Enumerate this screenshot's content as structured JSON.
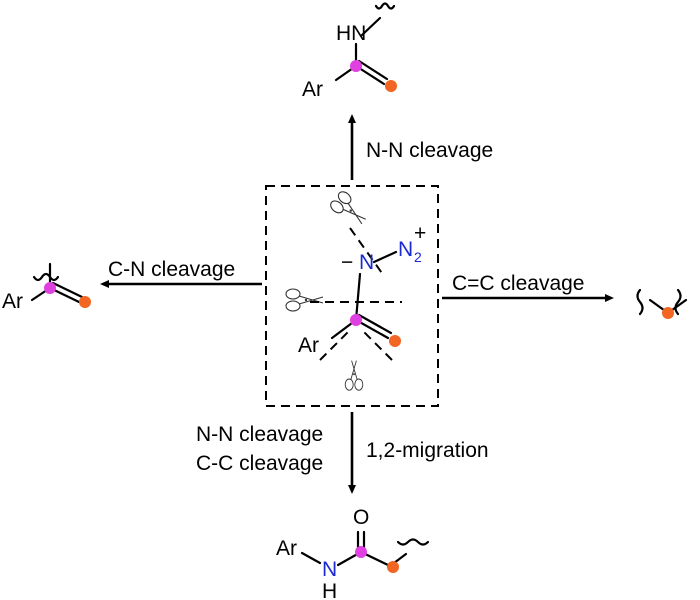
{
  "labels": {
    "top": "N-N cleavage",
    "left": "C-N cleavage",
    "right": "C=C cleavage",
    "bottom_left_1": "N-N cleavage",
    "bottom_left_2": "C-C cleavage",
    "bottom_right": "1,2-migration"
  },
  "atoms": {
    "hn": "HN",
    "ar": "Ar",
    "n": "N",
    "n2": "N",
    "n2_sub": "2",
    "plus": "+",
    "minus": "−",
    "o": "O",
    "h": "H"
  },
  "colors": {
    "carbon_marker": "#e040e0",
    "oxygen_marker": "#f26522",
    "nitrogen": "#1a2bd1"
  }
}
